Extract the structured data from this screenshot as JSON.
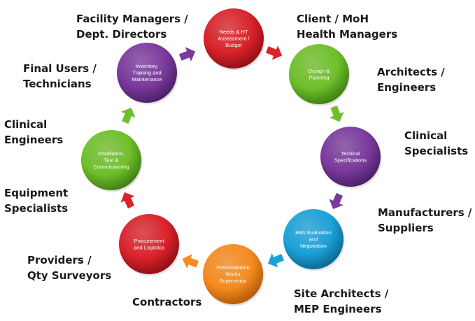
{
  "stages": [
    {
      "id": "needs",
      "lines": [
        "Needs & HT",
        "Assessment /",
        "Budget"
      ],
      "color": "#d9222a",
      "shade": "#8f1015"
    },
    {
      "id": "design",
      "lines": [
        "Design &",
        "Planning"
      ],
      "color": "#6fbf2a",
      "shade": "#3e7f12"
    },
    {
      "id": "specs",
      "lines": [
        "Techical",
        "Specifications"
      ],
      "color": "#7a3a9c",
      "shade": "#4a1f66"
    },
    {
      "id": "bids",
      "lines": [
        "Bids Evaluation",
        "and",
        "Negotiation"
      ],
      "color": "#1ba1d8",
      "shade": "#0b6790"
    },
    {
      "id": "preinstall",
      "lines": [
        "PreInstallation",
        "Works",
        "Supervision"
      ],
      "color": "#f58a1f",
      "shade": "#b35a07"
    },
    {
      "id": "procurement",
      "lines": [
        "Procurement",
        "and Logistics"
      ],
      "color": "#d9222a",
      "shade": "#8f1015"
    },
    {
      "id": "installation",
      "lines": [
        "Installation,",
        "Test &",
        "Commissioning"
      ],
      "color": "#6fbf2a",
      "shade": "#3e7f12"
    },
    {
      "id": "inventory",
      "lines": [
        "Inventory,",
        "Training and",
        "Maintenance"
      ],
      "color": "#7a3a9c",
      "shade": "#4a1f66"
    }
  ],
  "arrows": [
    {
      "color": "#d9222a"
    },
    {
      "color": "#6fbf2a"
    },
    {
      "color": "#7a3a9c"
    },
    {
      "color": "#1ba1d8"
    },
    {
      "color": "#f58a1f"
    },
    {
      "color": "#d9222a"
    },
    {
      "color": "#6fbf2a"
    },
    {
      "color": "#7a3a9c"
    }
  ],
  "roles": {
    "facility_managers": {
      "line1": "Facility Managers /",
      "line2": "Dept. Directors"
    },
    "client_moh": {
      "line1": "Client / MoH",
      "line2": "Health Managers"
    },
    "final_users": {
      "line1": "Final Users /",
      "line2": "Technicians"
    },
    "architects": {
      "line1": "Architects /",
      "line2": "Engineers"
    },
    "clinical_engineers": {
      "line1": "Clinical",
      "line2": "Engineers"
    },
    "clinical_specialists": {
      "line1": "Clinical",
      "line2": "Specialists"
    },
    "equipment_specialists": {
      "line1": "Equipment",
      "line2": "Specialists"
    },
    "manufacturers": {
      "line1": "Manufacturers /",
      "line2": "Suppliers"
    },
    "providers": {
      "line1": "Providers /",
      "line2": "Qty Surveyors"
    },
    "contractors": {
      "line1": "Contractors"
    },
    "site_architects": {
      "line1": "Site Architects /",
      "line2": "MEP Engineers"
    }
  }
}
